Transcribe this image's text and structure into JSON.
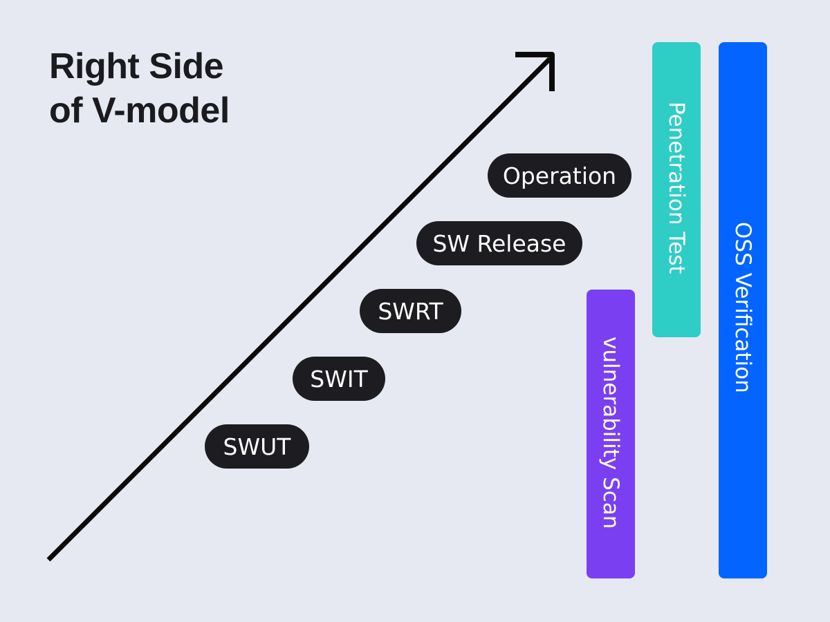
{
  "title": {
    "line1": "Right Side",
    "line2": "of V-model"
  },
  "stages": [
    {
      "label": "Operation"
    },
    {
      "label": "SW Release"
    },
    {
      "label": "SWRT"
    },
    {
      "label": "SWIT"
    },
    {
      "label": "SWUT"
    }
  ],
  "bars": {
    "vulnerability_scan": {
      "label": "vulnerability Scan",
      "color": "#7b3ff2"
    },
    "penetration_test": {
      "label": "Penetration Test",
      "color": "#2ecdc6"
    },
    "oss_verification": {
      "label": "OSS Verification",
      "color": "#0364ff"
    }
  },
  "colors": {
    "background": "#e6e9f2",
    "pill": "#1d1d21",
    "arrow": "#0a0a0a"
  }
}
